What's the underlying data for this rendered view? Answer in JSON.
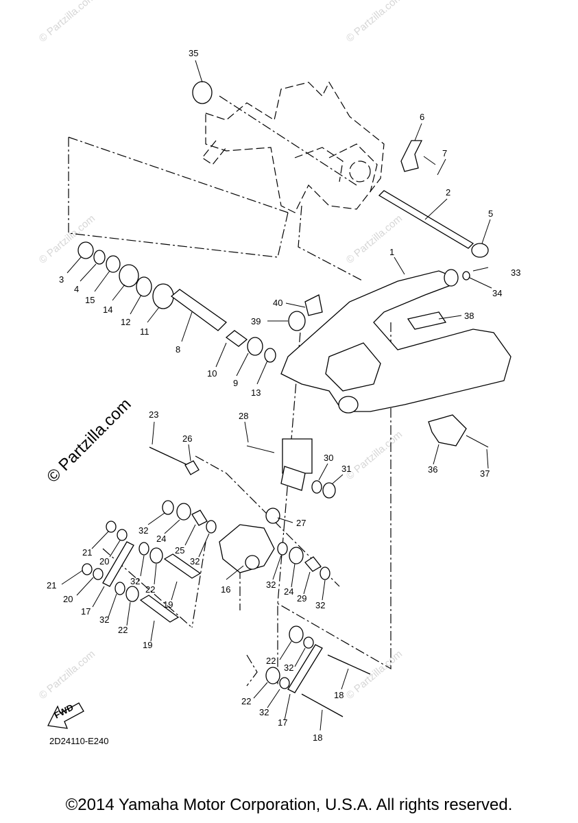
{
  "diagram": {
    "code": "2D24110-E240",
    "fwd_label": "FWD",
    "watermark_main": "© Partzilla.com",
    "watermark_small": "© Partzilla.com",
    "callouts": [
      {
        "id": "c35",
        "label": "35"
      },
      {
        "id": "c6",
        "label": "6"
      },
      {
        "id": "c7",
        "label": "7"
      },
      {
        "id": "c2",
        "label": "2"
      },
      {
        "id": "c5",
        "label": "5"
      },
      {
        "id": "c1",
        "label": "1"
      },
      {
        "id": "c33",
        "label": "33"
      },
      {
        "id": "c34",
        "label": "34"
      },
      {
        "id": "c3",
        "label": "3"
      },
      {
        "id": "c4",
        "label": "4"
      },
      {
        "id": "c15",
        "label": "15"
      },
      {
        "id": "c14",
        "label": "14"
      },
      {
        "id": "c12",
        "label": "12"
      },
      {
        "id": "c11",
        "label": "11"
      },
      {
        "id": "c8",
        "label": "8"
      },
      {
        "id": "c10",
        "label": "10"
      },
      {
        "id": "c9",
        "label": "9"
      },
      {
        "id": "c13",
        "label": "13"
      },
      {
        "id": "c40",
        "label": "40"
      },
      {
        "id": "c39",
        "label": "39"
      },
      {
        "id": "c38",
        "label": "38"
      },
      {
        "id": "c23",
        "label": "23"
      },
      {
        "id": "c26",
        "label": "26"
      },
      {
        "id": "c28",
        "label": "28"
      },
      {
        "id": "c30",
        "label": "30"
      },
      {
        "id": "c31",
        "label": "31"
      },
      {
        "id": "c36",
        "label": "36"
      },
      {
        "id": "c37",
        "label": "37"
      },
      {
        "id": "c27",
        "label": "27"
      },
      {
        "id": "c32a",
        "label": "32"
      },
      {
        "id": "c24a",
        "label": "24"
      },
      {
        "id": "c25",
        "label": "25"
      },
      {
        "id": "c32b",
        "label": "32"
      },
      {
        "id": "c21a",
        "label": "21"
      },
      {
        "id": "c20a",
        "label": "20"
      },
      {
        "id": "c32c",
        "label": "32"
      },
      {
        "id": "c22a",
        "label": "22"
      },
      {
        "id": "c19a",
        "label": "19"
      },
      {
        "id": "c16",
        "label": "16"
      },
      {
        "id": "c32d",
        "label": "32"
      },
      {
        "id": "c24b",
        "label": "24"
      },
      {
        "id": "c29",
        "label": "29"
      },
      {
        "id": "c32e",
        "label": "32"
      },
      {
        "id": "c21b",
        "label": "21"
      },
      {
        "id": "c20b",
        "label": "20"
      },
      {
        "id": "c17a",
        "label": "17"
      },
      {
        "id": "c32f",
        "label": "32"
      },
      {
        "id": "c22b",
        "label": "22"
      },
      {
        "id": "c19b",
        "label": "19"
      },
      {
        "id": "c22c",
        "label": "22"
      },
      {
        "id": "c32g",
        "label": "32"
      },
      {
        "id": "c18a",
        "label": "18"
      },
      {
        "id": "c22d",
        "label": "22"
      },
      {
        "id": "c32h",
        "label": "32"
      },
      {
        "id": "c17b",
        "label": "17"
      },
      {
        "id": "c18b",
        "label": "18"
      }
    ]
  },
  "footer": {
    "copyright": "©2014 Yamaha Motor Corporation, U.S.A. All rights reserved."
  }
}
